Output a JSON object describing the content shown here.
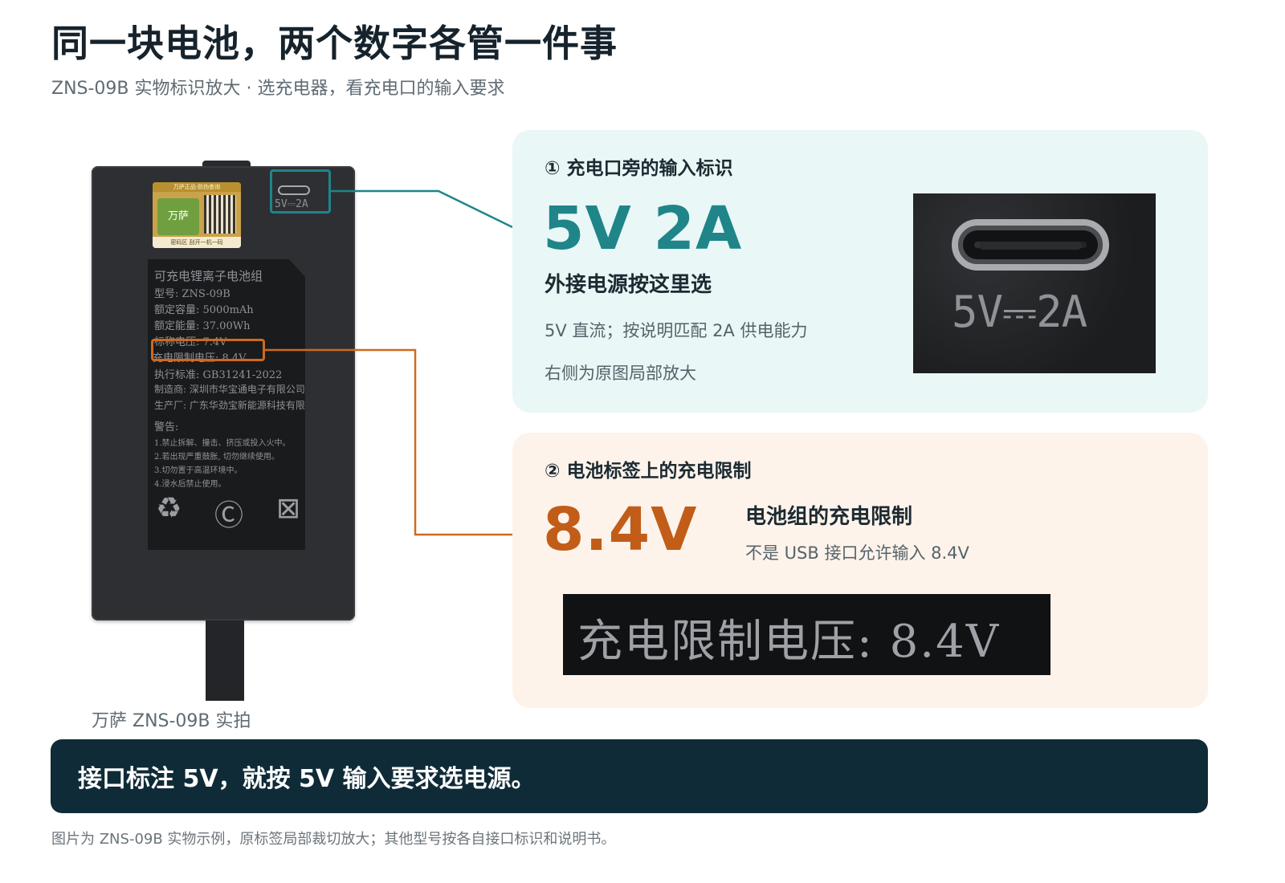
{
  "header": {
    "title": "同一块电池，两个数字各管一件事",
    "subtitle": "ZNS-09B 实物标识放大 · 选充电器，看充电口的输入要求"
  },
  "photo": {
    "caption": "万萨 ZNS-09B 实拍",
    "sticker_top": "万萨正品·防伪查询",
    "sticker_logo": "万萨",
    "sticker_bottom": "密码区 刮开一机一码",
    "port_marking": "5V⎓2A",
    "label_lines": [
      "可充电锂离子电池组",
      "型号: ZNS-09B",
      "额定容量: 5000mAh",
      "额定能量: 37.00Wh",
      "标称电压: 7.4V",
      "充电限制电压: 8.4V",
      "执行标准: GB31241-2022",
      "制造商: 深圳市华宝通电子有限公司",
      "生产厂: 广东华劲宝新能源科技有限公司",
      "警告:",
      "1.禁止拆解、撞击、挤压或投入火中。",
      "2.若出现严重鼓胀, 切勿继续使用。",
      "3.切勿置于高温环境中。",
      "4.浸水后禁止使用。"
    ],
    "symbols": [
      "♻",
      "Ⓒ",
      "⊠"
    ]
  },
  "card_input": {
    "heading": "① 充电口旁的输入标识",
    "value": "5V 2A",
    "lead": "外接电源按这里选",
    "note1": "5V 直流；按说明匹配 2A 供电能力",
    "note2": "右侧为原图局部放大",
    "zoom_text": "5V⎓2A",
    "accent": "#1f8589",
    "background": "#e9f7f6"
  },
  "card_limit": {
    "heading": "② 电池标签上的充电限制",
    "value": "8.4V",
    "lead": "电池组的充电限制",
    "note": "不是 USB 接口允许输入 8.4V",
    "zoom_text": "充电限制电压: 8.4V",
    "accent": "#c15d18",
    "background": "#fdf3ea"
  },
  "banner": {
    "text": "接口标注 5V，就按 5V 输入要求选电源。",
    "background": "#0f2b37"
  },
  "footnote": "图片为 ZNS-09B 实物示例，原标签局部裁切放大；其他型号按各自接口标识和说明书。",
  "icons": {
    "recycle": "recycle-icon",
    "ccc": "ccc-mark-icon",
    "no_bin": "crossed-bin-icon"
  }
}
